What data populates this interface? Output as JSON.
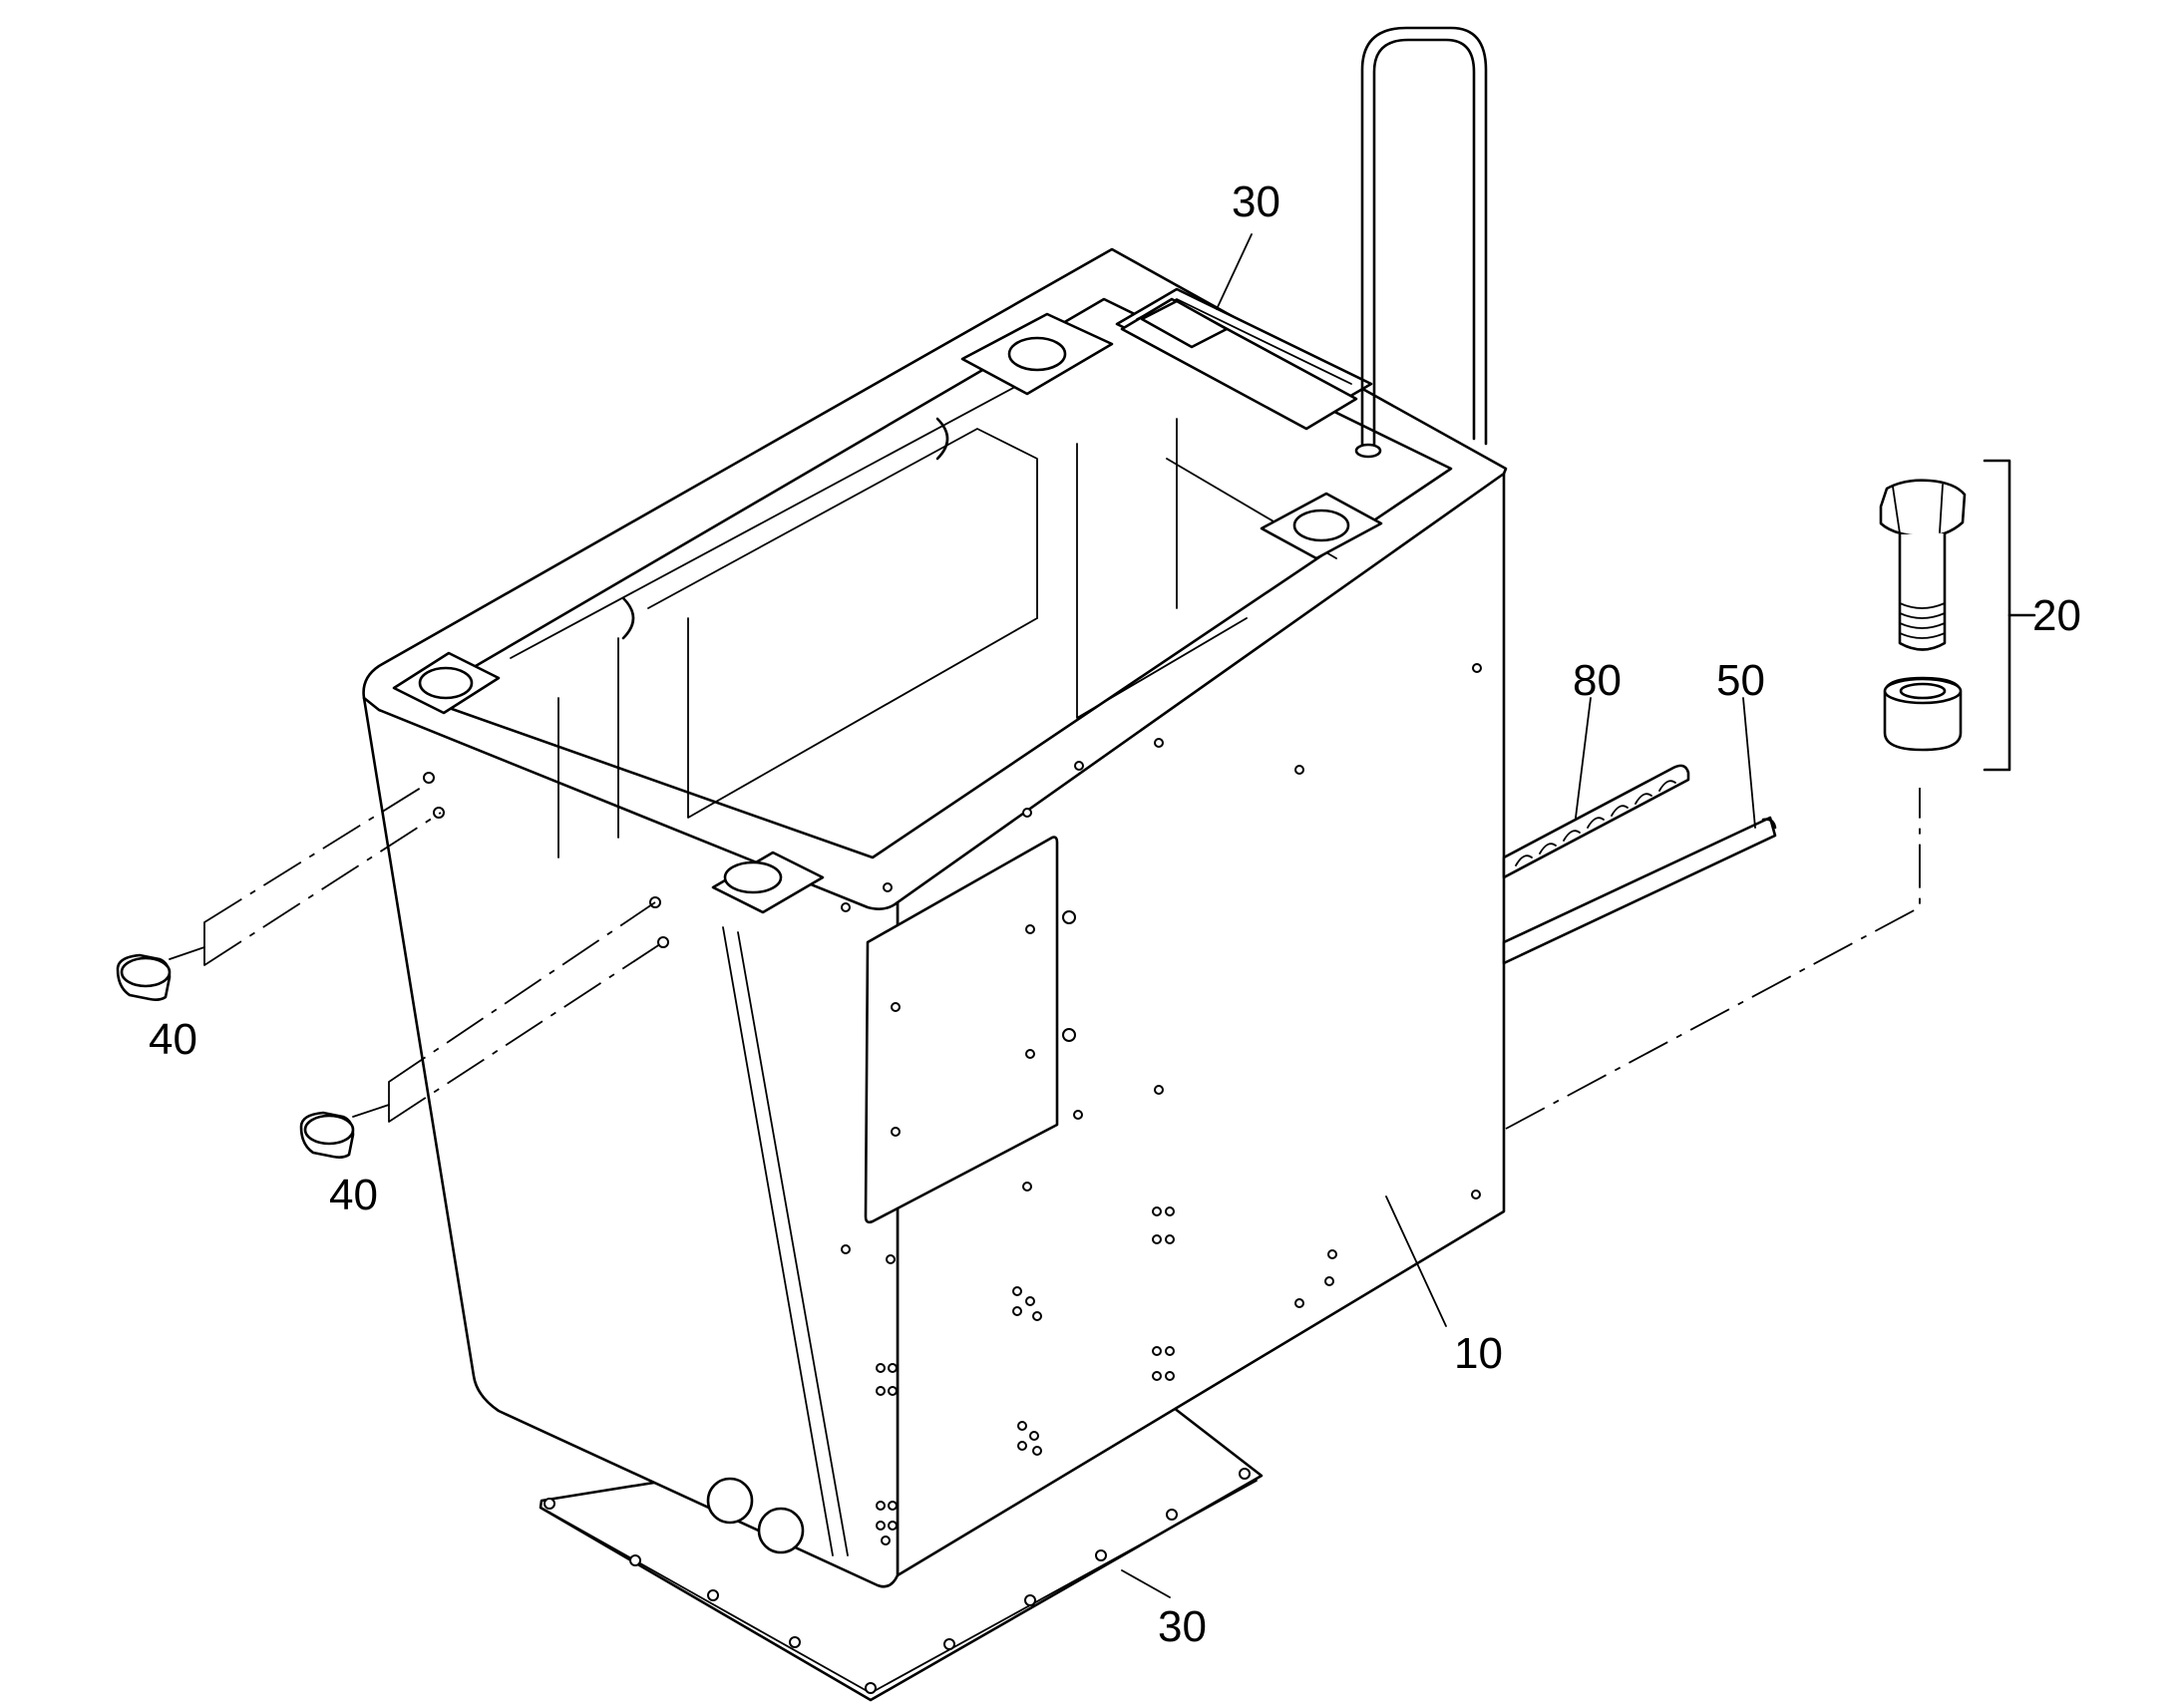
{
  "diagram": {
    "type": "exploded-parts-drawing",
    "callouts": [
      {
        "id": "top-plate",
        "label": "30"
      },
      {
        "id": "bolt-set",
        "label": "20"
      },
      {
        "id": "spring",
        "label": "80"
      },
      {
        "id": "rail",
        "label": "50"
      },
      {
        "id": "plug-upper",
        "label": "40"
      },
      {
        "id": "plug-lower",
        "label": "40"
      },
      {
        "id": "housing",
        "label": "10"
      },
      {
        "id": "base-plate",
        "label": "30"
      }
    ]
  }
}
